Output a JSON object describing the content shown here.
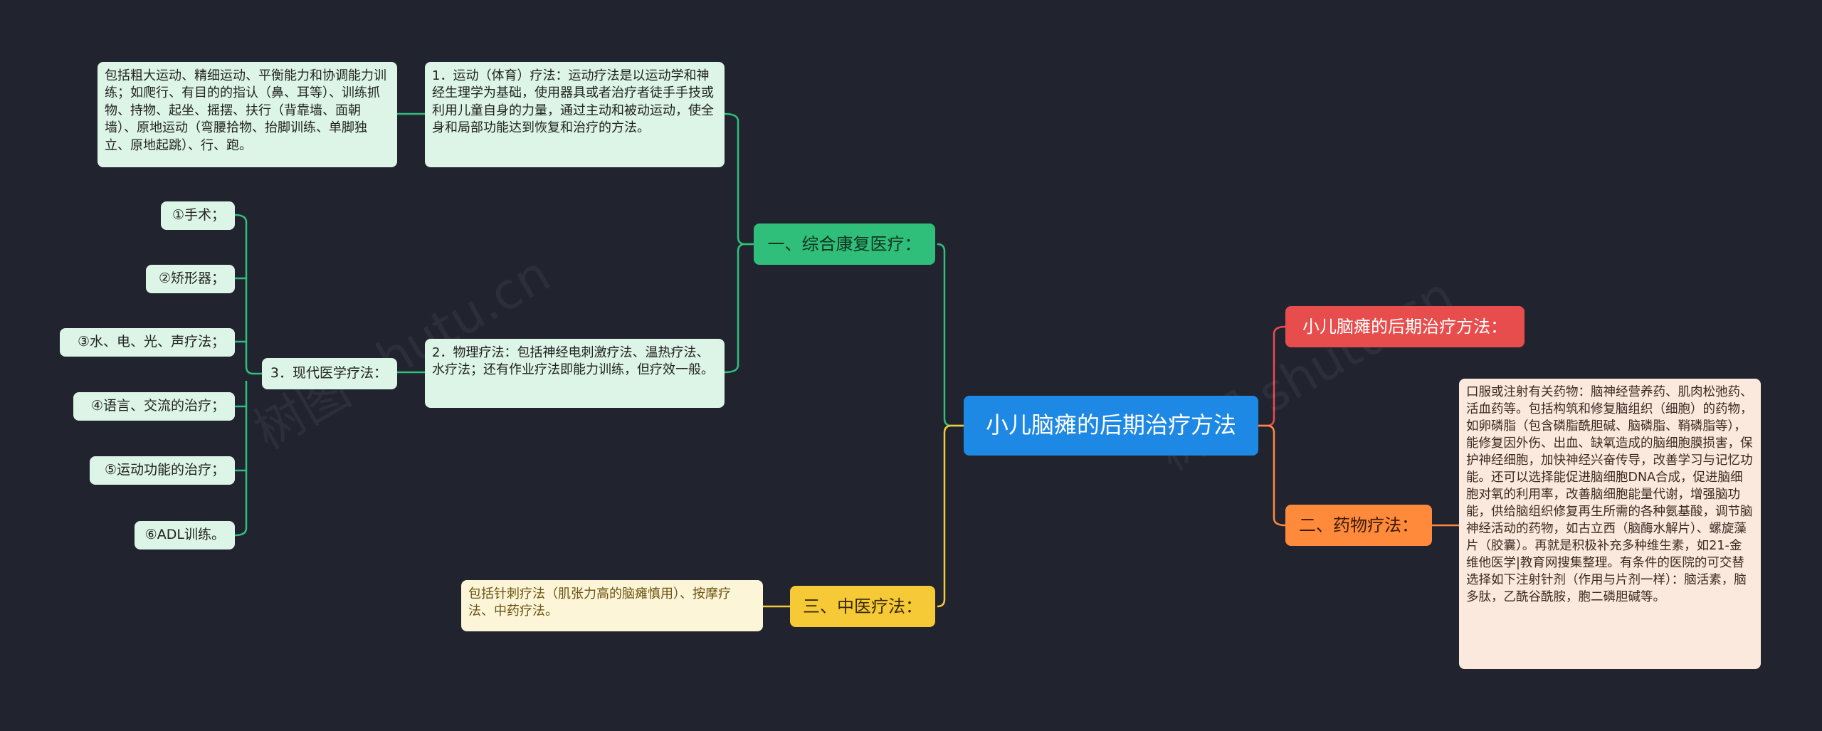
{
  "root": {
    "label": "小儿脑瘫的后期治疗方法"
  },
  "branches": {
    "rehab": "一、综合康复医疗：",
    "tcm": "三、中医疗法：",
    "title": "小儿脑瘫的后期治疗方法：",
    "drug": "二、药物疗法："
  },
  "rehab": {
    "exercise": "1．运动（体育）疗法：运动疗法是以运动学和神经生理学为基础，使用器具或者治疗者徒手手技或利用儿童自身的力量，通过主动和被动运动，使全身和局部功能达到恢复和治疗的方法。",
    "exercise_detail": "包括粗大运动、精细运动、平衡能力和协调能力训练；如爬行、有目的的指认（鼻、耳等）、训练抓物、持物、起坐、摇摆、扶行（背靠墙、面朝墙）、原地运动（弯腰拾物、抬脚训练、单脚独立、原地起跳）、行、跑。",
    "physical": "2．物理疗法：包括神经电刺激疗法、温热疗法、水疗法；还有作业疗法即能力训练，但疗效一般。",
    "modern": "3．现代医学疗法：",
    "modern_items": [
      "①手术；",
      "②矫形器；",
      "③水、电、光、声疗法；",
      "④语言、交流的治疗；",
      "⑤运动功能的治疗；",
      "⑥ADL训练。"
    ]
  },
  "tcm": {
    "detail": "包括针刺疗法（肌张力高的脑瘫慎用）、按摩疗法、中药疗法。"
  },
  "drug": {
    "detail": "口服或注射有关药物：脑神经营养药、肌肉松弛药、活血药等。包括构筑和修复脑组织（细胞）的药物，如卵磷脂（包含磷脂酰胆碱、脑磷脂、鞘磷脂等），能修复因外伤、出血、缺氧造成的脑细胞膜损害，保护神经细胞，加快神经兴奋传导，改善学习与记忆功能。还可以选择能促进脑细胞DNA合成，促进脑细胞对氧的利用率，改善脑细胞能量代谢，增强脑功能，供给脑组织修复再生所需的各种氨基酸，调节脑神经活动的药物，如古立西（脑酶水解片）、螺旋藻片（胶囊）。再就是积极补充多种维生素，如21-金维他医学|教育网搜集整理。有条件的医院的可交替选择如下注射针剂（作用与片剂一样）：脑活素，脑多肽，乙酰谷酰胺，胞二磷胆碱等。"
  },
  "watermarks": [
    "树图 shutu.cn",
    "树图 shutu.cn"
  ],
  "colors": {
    "background": "#21242f",
    "root": "#1e88e5",
    "green": "#2fbf7b",
    "yellow": "#f6c937",
    "red": "#e84d4d",
    "orange": "#ff8a3c"
  }
}
